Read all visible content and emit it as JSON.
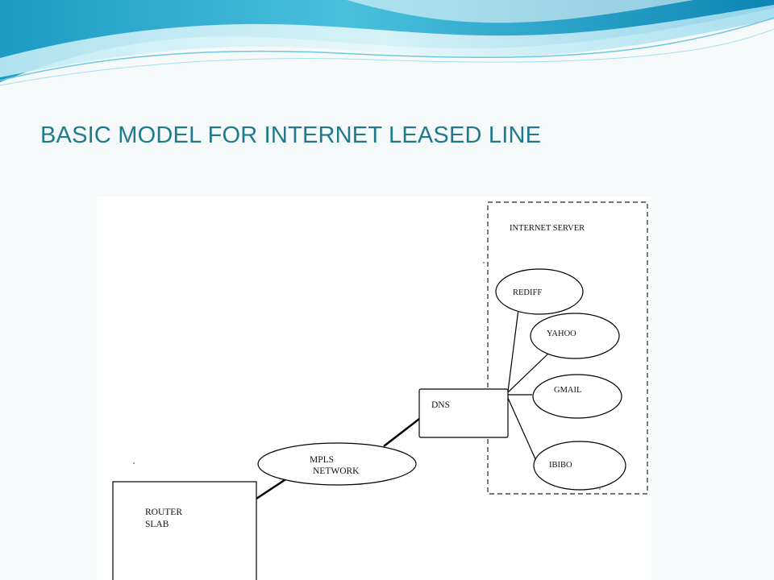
{
  "slide": {
    "title": "BASIC MODEL FOR INTERNET LEASED LINE"
  },
  "diagram": {
    "router_line1": "ROUTER",
    "router_line2": "SLAB",
    "mpls_line1": "MPLS",
    "mpls_line2": "NETWORK",
    "dns": "DNS",
    "internet_server": "INTERNET SERVER",
    "servers": [
      "REDIFF",
      "YAHOO",
      "GMAIL",
      "IBIBO"
    ]
  },
  "colors": {
    "title": "#1f7a8c",
    "wave_dark": "#2aa3c7",
    "wave_light": "#8fd8ec"
  }
}
